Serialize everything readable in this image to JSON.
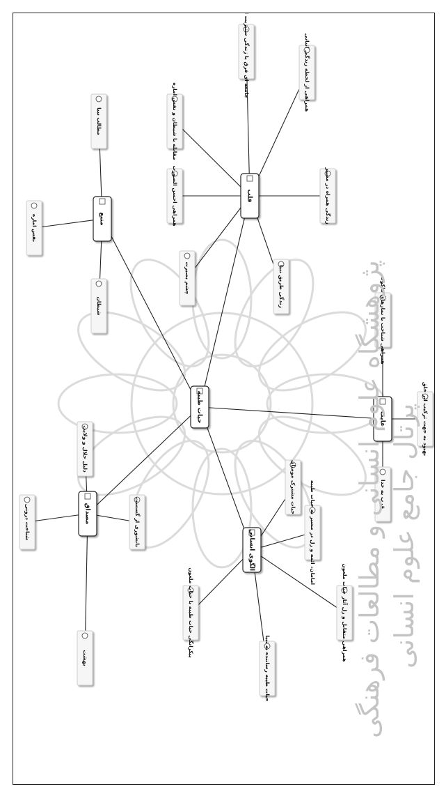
{
  "watermark": {
    "line1": "پژوهشگاه علوم انسانی و مطالعات فرهنگی",
    "line2": "پرتال جامع علوم انسانی"
  },
  "central_node": {
    "label": "حیات طیبه"
  },
  "hubs": [
    {
      "id": "h_qalb",
      "label": "قلب"
    },
    {
      "id": "h_manba",
      "label": "منبع"
    },
    {
      "id": "h_masdaq",
      "label": "مصداق"
    },
    {
      "id": "h_olgu",
      "label": "الگوی انسانی"
    },
    {
      "id": "h_ghayat",
      "label": "غایت"
    }
  ],
  "leaves": [
    {
      "id": "l1",
      "hub": "h_qalb",
      "label": "همراهی از لحظه زندگی اثباتی"
    },
    {
      "id": "l2",
      "hub": "h_qalb",
      "label": "جامعه ای فرق با زندگی ستیزیت الله"
    },
    {
      "id": "l3",
      "hub": "h_qalb",
      "label": "مقابله با شیطان و نفس اماره"
    },
    {
      "id": "l4",
      "hub": "h_qalb",
      "label": "همراهی احسن الصورت"
    },
    {
      "id": "l5",
      "hub": "h_qalb",
      "label": "زندگی همراه در مسیر"
    },
    {
      "id": "l6",
      "hub": "h_qalb",
      "label": "چشم بصیرت"
    },
    {
      "id": "l7",
      "hub": "h_qalb",
      "label": "زندگی طریق نبیا"
    },
    {
      "id": "l8",
      "hub": "h_manba",
      "label": "مطالب نبیا"
    },
    {
      "id": "l9",
      "hub": "h_manba",
      "label": "نفس اماره"
    },
    {
      "id": "l10",
      "hub": "h_manba",
      "label": "شیطان"
    },
    {
      "id": "l11",
      "hub": "h_masdaq",
      "label": "دلیل حلال و ولایت"
    },
    {
      "id": "l12",
      "hub": "h_masdaq",
      "label": "شناخت درونی"
    },
    {
      "id": "l13",
      "hub": "h_masdaq",
      "label": "بانشوری از گسست"
    },
    {
      "id": "l14",
      "hub": "h_masdaq",
      "label": "بهشت"
    },
    {
      "id": "l15",
      "hub": "h_olgu",
      "label": "حیات مشترک مومنان"
    },
    {
      "id": "l16",
      "hub": "h_olgu",
      "label": "امامان، ائمه و رل در مسیر به حیات طیبه"
    },
    {
      "id": "l17",
      "hub": "h_olgu",
      "label": "همراهی متقابل و رل آثار حیات ملعون"
    },
    {
      "id": "l18",
      "hub": "h_olgu",
      "label": "حیات طیبه رساننده به نبیا"
    },
    {
      "id": "l19",
      "hub": "h_olgu",
      "label": "پیکرانگی حیات طیبه با حیات ملعون"
    },
    {
      "id": "l20",
      "hub": "h_ghayat",
      "label": "همراهی شناخت با نمازهای ملکوت"
    },
    {
      "id": "l21",
      "hub": "h_ghayat",
      "label": "قرب به خدا"
    },
    {
      "id": "l22",
      "hub": "h_ghayat",
      "label": "بهبود به جهت ترکیب اثر خلق"
    }
  ]
}
